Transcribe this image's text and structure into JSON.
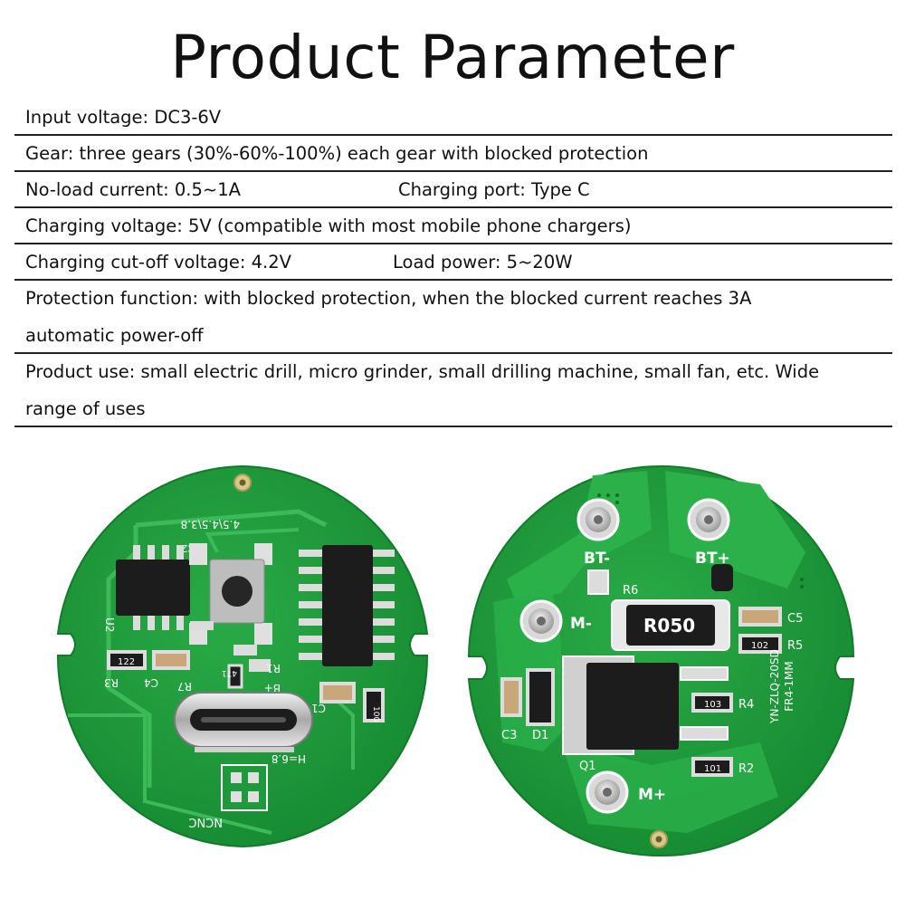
{
  "title": "Product Parameter",
  "spec_rows": [
    {
      "a": "Input voltage: DC3-6V"
    },
    {
      "a": "Gear: three gears (30%-60%-100%) each gear with blocked protection"
    },
    {
      "a": "No-load current: 0.5~1A",
      "b": "Charging port: Type C"
    },
    {
      "a": "Charging voltage: 5V (compatible with most mobile phone chargers)"
    },
    {
      "a": "Charging cut-off voltage: 4.2V",
      "b": "Load power: 5~20W"
    },
    {
      "a": "Protection function: with blocked protection, when the blocked current reaches 3A"
    },
    {
      "a": "automatic power-off"
    },
    {
      "a": "Product use: small electric drill, micro grinder, small drilling machine, small fan, etc. Wide"
    },
    {
      "a": "range of uses"
    }
  ],
  "left_board": {
    "silk": {
      "u2": "U2",
      "r3": "R3",
      "c4": "C4",
      "r7": "R7",
      "r1": "R1",
      "b_plus": "B+",
      "c1": "C1",
      "c2": "C2",
      "h": "H=6.8",
      "ncnc": "NCNC",
      "voltages": "4.5\\4.5\\3.8",
      "r122": "122",
      "r471": "471",
      "r100": "100"
    }
  },
  "right_board": {
    "silk": {
      "bt_minus": "BT-",
      "bt_plus": "BT+",
      "m_minus": "M-",
      "m_plus": "M+",
      "r6": "R6",
      "r050": "R050",
      "c5": "C5",
      "r5": "R5",
      "r102": "102",
      "r4": "R4",
      "r103": "103",
      "r2": "R2",
      "r101": "101",
      "c3": "C3",
      "d1": "D1",
      "q1": "Q1",
      "model": "YN-ZLQ-20SD",
      "fr4": "FR4-1MM"
    }
  },
  "colors": {
    "pcb": "#1e9a3c",
    "trace": "#3ab455",
    "silk": "#ffffff",
    "chip": "#1a1a1a",
    "pad": "#d8d8d8"
  }
}
